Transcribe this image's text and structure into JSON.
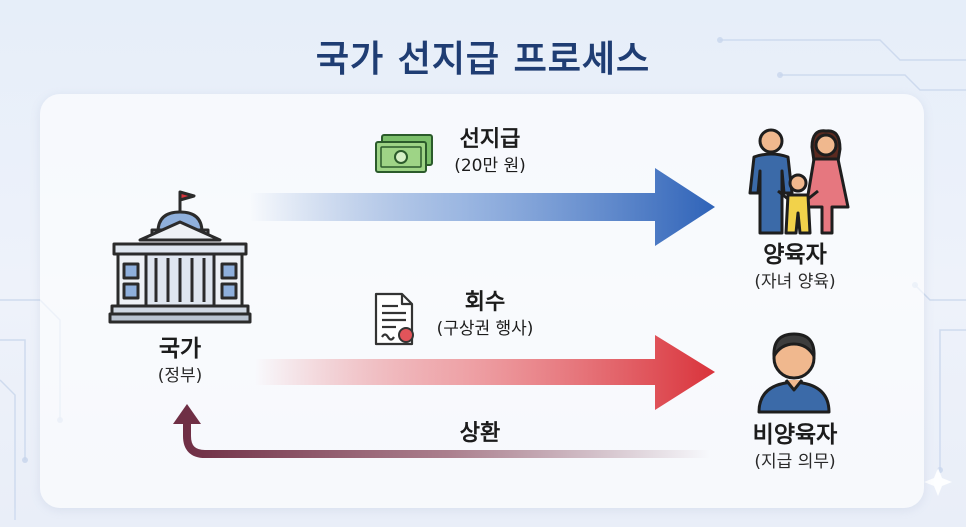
{
  "title": "국가 선지급 프로세스",
  "nodes": {
    "state": {
      "name": "국가",
      "sub": "(정부)"
    },
    "custodial": {
      "name": "양육자",
      "sub": "(자녀 양육)"
    },
    "noncustodial": {
      "name": "비양육자",
      "sub": "(지급 의무)"
    }
  },
  "flows": {
    "advance": {
      "label": "선지급",
      "sub": "(20만 원)",
      "color": "#2f63b8"
    },
    "recovery": {
      "label": "회수",
      "sub": "(구상권 행사)",
      "color": "#d9333b"
    },
    "repayment": {
      "label": "상환",
      "color": "#7b3a4f"
    }
  },
  "icons": {
    "building": "government-building-icon",
    "money": "money-bill-icon",
    "document": "document-seal-icon",
    "family": "family-icon",
    "person": "person-icon"
  }
}
